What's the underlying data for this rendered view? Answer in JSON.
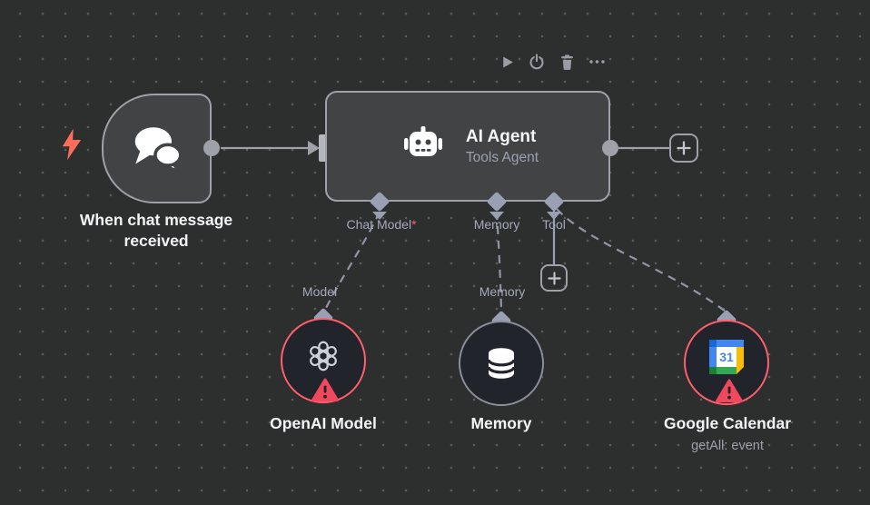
{
  "workflow": {
    "toolbar": {
      "icons": [
        "play-icon",
        "power-icon",
        "trash-icon",
        "more-icon"
      ]
    },
    "trigger": {
      "label": "When chat message received"
    },
    "agent": {
      "title": "AI Agent",
      "subtitle": "Tools Agent",
      "ports": [
        {
          "label": "Chat Model",
          "required": "*"
        },
        {
          "label": "Memory",
          "required": ""
        },
        {
          "label": "Tool",
          "required": ""
        }
      ]
    },
    "subnodes": [
      {
        "port_label": "Model",
        "label": "OpenAI Model",
        "sublabel": "",
        "status": "error"
      },
      {
        "port_label": "Memory",
        "label": "Memory",
        "sublabel": "",
        "status": "ok"
      },
      {
        "port_label": "",
        "label": "Google Calendar",
        "sublabel": "getAll: event",
        "status": "error"
      }
    ],
    "calendar_icon_day": "31",
    "icons": {
      "bolt": "lightning-trigger",
      "chat": "speech-bubbles",
      "robot": "robot-head",
      "openai": "openai-knot",
      "database": "database-cylinder",
      "calendar": "google-calendar",
      "warning": "warning-triangle",
      "plus": "+"
    },
    "colors": {
      "canvas": "#2d2e2e",
      "node_fill": "#414345",
      "node_border": "#9ea1a8",
      "connector": "#9aa0b3",
      "edge": "#9ea1a8",
      "edge_dashed": "#9095a5",
      "error_ring": "#ff5f6c",
      "warning": "#f0485c",
      "bolt": "#ff6d5a",
      "text": "#f3f4f6",
      "muted_text": "#9ba0af",
      "calendar_blue": "#4285f4",
      "calendar_yellow": "#fbbc04",
      "calendar_green": "#34a853"
    }
  }
}
